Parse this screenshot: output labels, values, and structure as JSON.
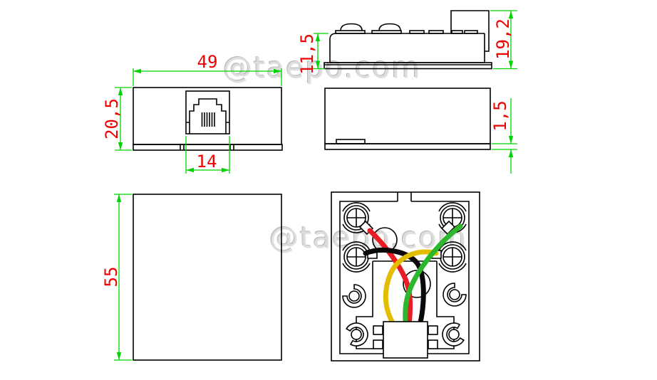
{
  "drawing": {
    "watermarks": [
      "@taepo.com",
      "@taepo.com"
    ],
    "dimensions": {
      "front_width": "49",
      "front_height": "20,5",
      "jack_opening_width": "14",
      "side_body_height": "11,5",
      "side_overall_height": "19,2",
      "cover_thickness": "1,5",
      "body_length": "55"
    },
    "colors": {
      "line": "#000000",
      "dimension_line": "#00d400",
      "dimension_text": "#f00000",
      "wire_red": "#e81c24",
      "wire_green": "#2cb72c",
      "wire_yellow": "#e2bd00",
      "wire_black": "#0a0a0a",
      "watermark": "#dcdcdc"
    }
  }
}
